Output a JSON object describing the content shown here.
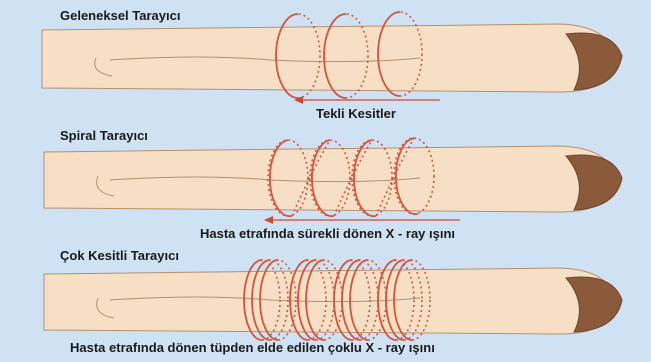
{
  "panels": [
    {
      "title": "Geleneksel Tarayıcı",
      "caption": "Tekli Kesitler",
      "mode": "single"
    },
    {
      "title": "Spiral Tarayıcı",
      "caption": "Hasta etrafında sürekli dönen X - ray ışını",
      "mode": "spiral"
    },
    {
      "title": "Çok Kesitli Tarayıcı",
      "caption": "Hasta etrafında dönen tüpden elde edilen çoklu X - ray ışını",
      "mode": "multi"
    }
  ],
  "colors": {
    "background": "#cfe2f3",
    "skin": "#f6dfc4",
    "hair": "#8a5a3b",
    "scan_ring": "#d9553b"
  }
}
